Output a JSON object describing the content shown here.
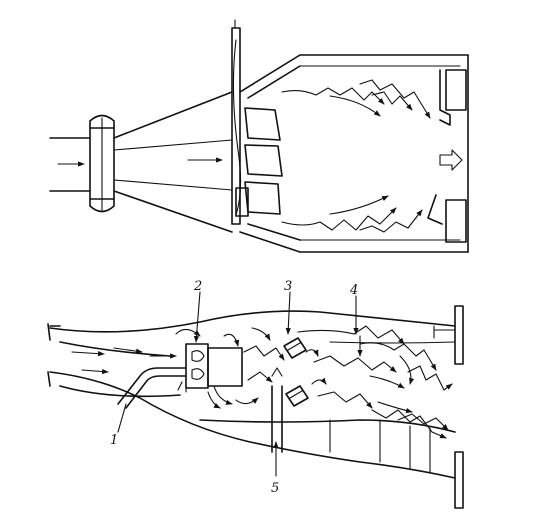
{
  "figure": {
    "top": {},
    "bottom": {
      "callouts": [
        "1",
        "2",
        "3",
        "4",
        "5"
      ]
    }
  }
}
